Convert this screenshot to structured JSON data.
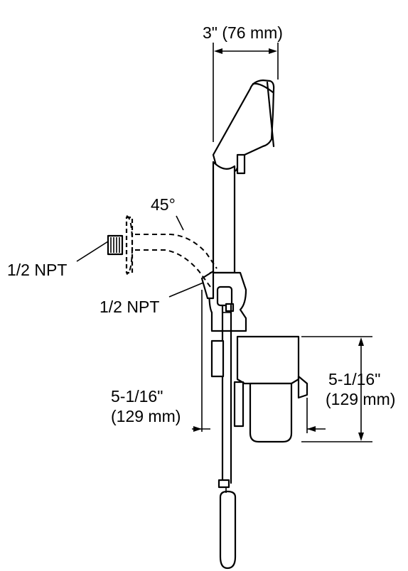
{
  "dimensions": {
    "head_width": "3\" (76 mm)",
    "angle": "45°",
    "inlet_thread": "1/2 NPT",
    "outlet_thread": "1/2 NPT",
    "left_projection_line1": "5-1/16\"",
    "left_projection_line2": "(129 mm)",
    "right_height_line1": "5-1/16\"",
    "right_height_line2": "(129 mm)"
  }
}
